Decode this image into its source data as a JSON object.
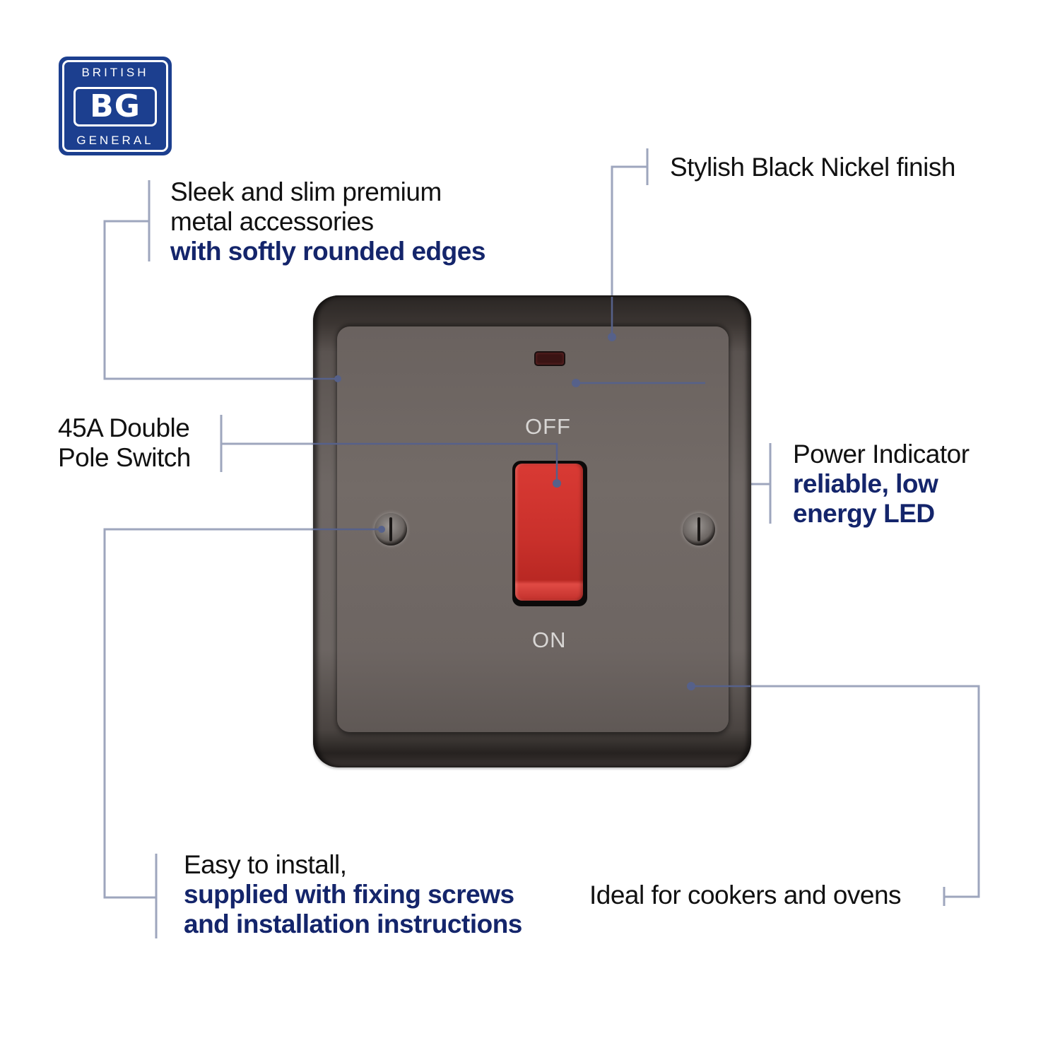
{
  "brand": {
    "top": "BRITISH",
    "mark": "BG",
    "bottom": "GENERAL",
    "color": "#1c3f8f"
  },
  "features": {
    "rounded_edges": {
      "lines": [
        "Sleek and slim premium",
        "metal accessories"
      ],
      "emphasis": "with softly rounded edges"
    },
    "finish": {
      "lines": [
        "Stylish Black Nickel finish"
      ]
    },
    "switch": {
      "lines": [
        "45A Double",
        "Pole Switch"
      ]
    },
    "indicator": {
      "lines": [
        "Power Indicator"
      ],
      "emphasis": [
        "reliable, low",
        "energy LED"
      ]
    },
    "install": {
      "lines": [
        "Easy to install,"
      ],
      "emphasis": [
        "supplied with fixing screws",
        "and installation instructions"
      ]
    },
    "usage": {
      "lines": [
        "Ideal for cookers and ovens"
      ]
    }
  },
  "product": {
    "off_label": "OFF",
    "on_label": "ON",
    "rocker_color": "#c9302b",
    "plate_color": "#6e6764"
  },
  "colors": {
    "emphasis_text": "#14256b",
    "connector": "#9ea6bd",
    "connector_dot": "#56618a"
  }
}
